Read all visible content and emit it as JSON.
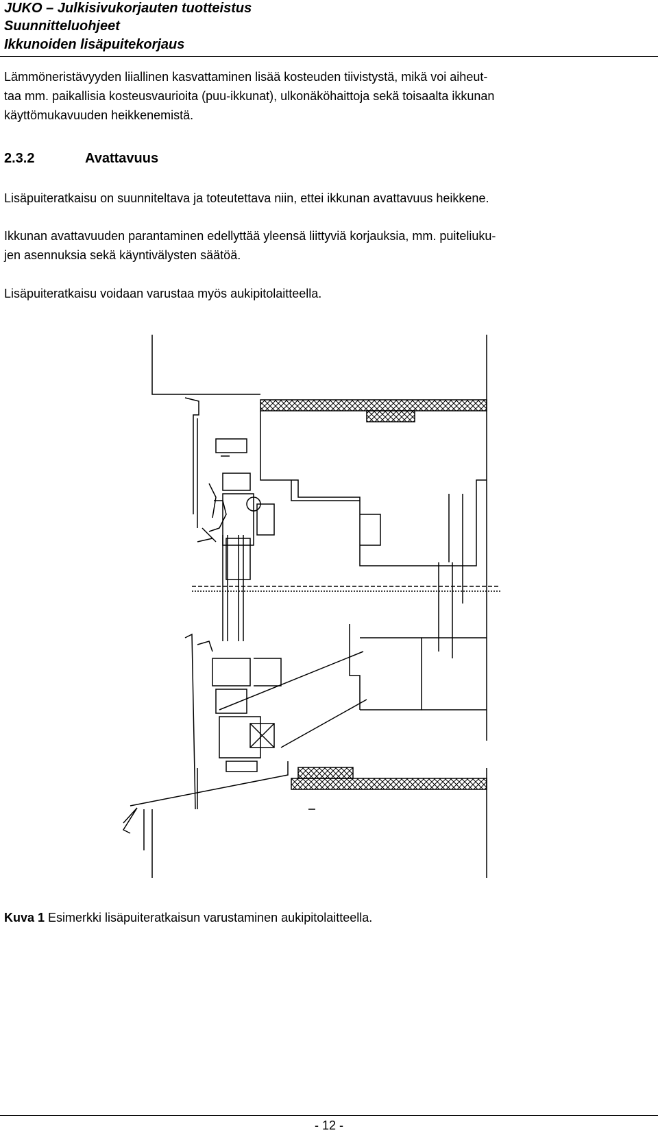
{
  "header": {
    "line1": "JUKO – Julkisivukorjauten tuotteistus",
    "line2": "Suunnitteluohjeet",
    "line3": "Ikkunoiden lisäpuitekorjaus"
  },
  "paragraphs": {
    "p1a": "Lämmöneristävyyden liiallinen kasvattaminen lisää kosteuden tiivistystä, mikä voi aiheut-",
    "p1b": "taa mm. paikallisia kosteusvaurioita (puu-ikkunat), ulkonäköhaittoja sekä toisaalta ikkunan",
    "p1c": "käyttömukavuuden heikkenemistä.",
    "p2": "Lisäpuiteratkaisu on suunniteltava ja toteutettava niin, ettei ikkunan avattavuus heikkene.",
    "p3a": "Ikkunan avattavuuden parantaminen edellyttää yleensä liittyviä korjauksia, mm. puiteliuku-",
    "p3b": "jen asennuksia sekä käyntivälysten säätöä.",
    "p4": "Lisäpuiteratkaisu voidaan varustaa myös aukipitolaitteella."
  },
  "section": {
    "number": "2.3.2",
    "title": "Avattavuus"
  },
  "caption": {
    "label": "Kuva 1",
    "text": " Esimerkki lisäpuiteratkaisun varustaminen aukipitolaitteella."
  },
  "footer": {
    "page": "- 12 -"
  }
}
